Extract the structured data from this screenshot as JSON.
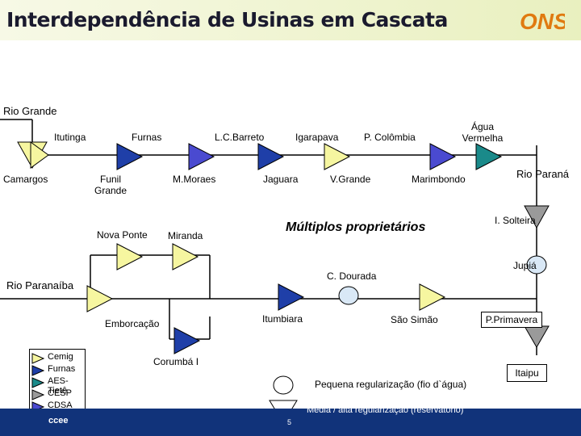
{
  "header": {
    "title": "Interdependência de Usinas em Cascata",
    "logo_text": "ONS"
  },
  "rivers": {
    "grande": "Rio Grande",
    "parana": "Rio Paraná",
    "paranaiba": "Rio Paranaíba"
  },
  "plants": {
    "itutinga": "Itutinga",
    "camargos": "Camargos",
    "furnas": "Furnas",
    "funil_grande": "Funil\nGrande",
    "lc_barreto": "L.C.Barreto",
    "mmoraes": "M.Moraes",
    "igarapava": "Igarapava",
    "jaguara": "Jaguara",
    "pcolombia": "P. Colômbia",
    "vgrande": "V.Grande",
    "agua_vermelha": "Água\nVermelha",
    "marimbondo": "Marimbondo",
    "nova_ponte": "Nova Ponte",
    "miranda": "Miranda",
    "i_solteira": "I. Solteira",
    "jupia": "Jupiá",
    "c_dourada": "C. Dourada",
    "emborcacao": "Emborcação",
    "itumbiara": "Itumbiara",
    "sao_simao": "São Simão",
    "p_primavera": "P.Primavera",
    "corumba": "Corumbá I",
    "itaipu": "Itaipu"
  },
  "multiple_owners": "Múltiplos proprietários",
  "legend": {
    "items": [
      {
        "label": "Cemig",
        "color": "#f6f6a0"
      },
      {
        "label": "Furnas",
        "color": "#1f3fa8"
      },
      {
        "label": "AES-Tietê",
        "color": "#1a8a8a"
      },
      {
        "label": "CESP",
        "color": "#9a9a9a"
      },
      {
        "label": "CDSA",
        "color": "#4a4ad0"
      }
    ],
    "small_reg": "Pequena regularização (fio d`água)",
    "medium_reg": "Média / alta regularização (reservatório)"
  },
  "footer": {
    "page": "5",
    "logo": "ccee"
  },
  "colors": {
    "cemig": "#f6f6a0",
    "furnas": "#1f3fa8",
    "aes": "#1a8a8a",
    "cesp": "#9a9a9a",
    "cdsa": "#4a4ad0",
    "run_of_river": "#d9e8f6"
  }
}
